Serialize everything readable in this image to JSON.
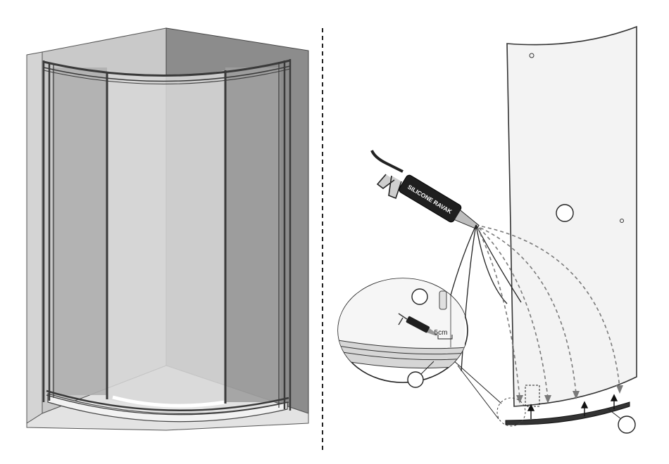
{
  "labels": {
    "cartridge_brand": "SILICONE RAVAK",
    "bead_spacing": "5cm"
  },
  "colors": {
    "wall_light": "#c9c9c9",
    "wall_dark": "#8c8c8c",
    "glass_panel": "#bdbdbd",
    "frame": "#3a3a3a",
    "arrow_dashed": "#7a7a7a",
    "line": "#222222"
  },
  "callout_markers": [
    {
      "id": "panel-marker",
      "text": ""
    },
    {
      "id": "inset-panel-marker",
      "text": ""
    },
    {
      "id": "inset-seal-marker",
      "text": ""
    },
    {
      "id": "tray-marker",
      "text": ""
    }
  ]
}
